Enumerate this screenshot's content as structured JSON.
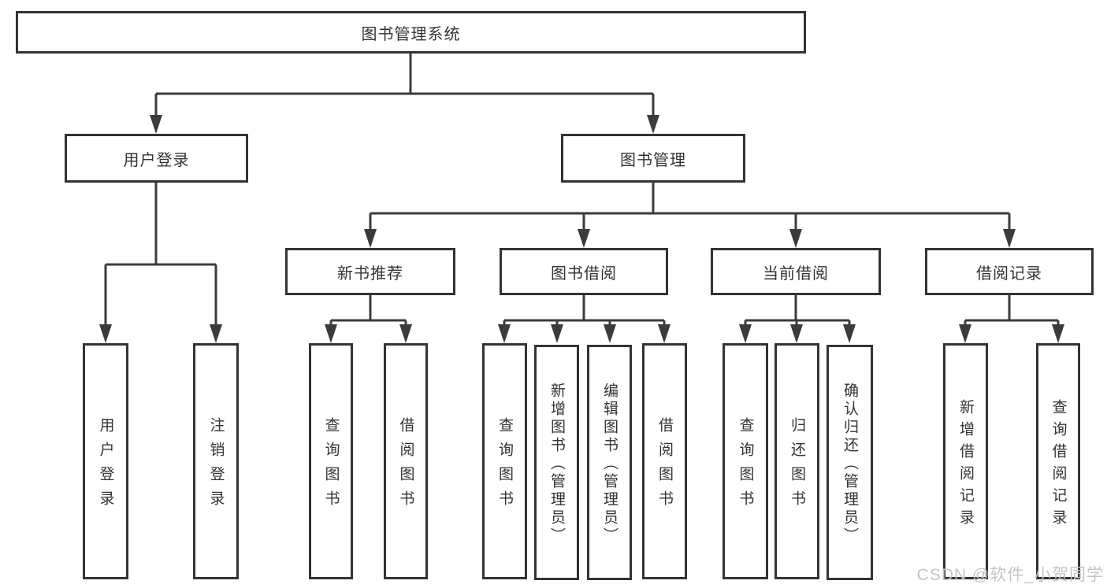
{
  "nodes": {
    "root": "图书管理系统",
    "user_login": "用户登录",
    "book_mgmt": "图书管理",
    "new_book_rec": "新书推荐",
    "book_borrow": "图书借阅",
    "current_borrow": "当前借阅",
    "borrow_records": "借阅记录",
    "leaf_user_login": "用户登录",
    "leaf_logout": "注销登录",
    "rec_query_books": "查询图书",
    "rec_borrow_books": "借阅图书",
    "bor_query_books": "查询图书",
    "bor_add_books": "新增图书（管理员）",
    "bor_edit_books": "编辑图书（管理员）",
    "bor_borrow_books": "借阅图书",
    "cur_query_books": "查询图书",
    "cur_return_books": "归还图书",
    "cur_confirm_return": "确认归还（管理员）",
    "log_add_record": "新增借阅记录",
    "log_query_record": "查询借阅记录"
  },
  "watermark": "CSDN @软件_小贺同学",
  "colors": {
    "line": "#3b3b3b",
    "border": "#333333",
    "text": "#333333",
    "watermark_text": "#c5c5c5",
    "background": "#ffffff"
  }
}
